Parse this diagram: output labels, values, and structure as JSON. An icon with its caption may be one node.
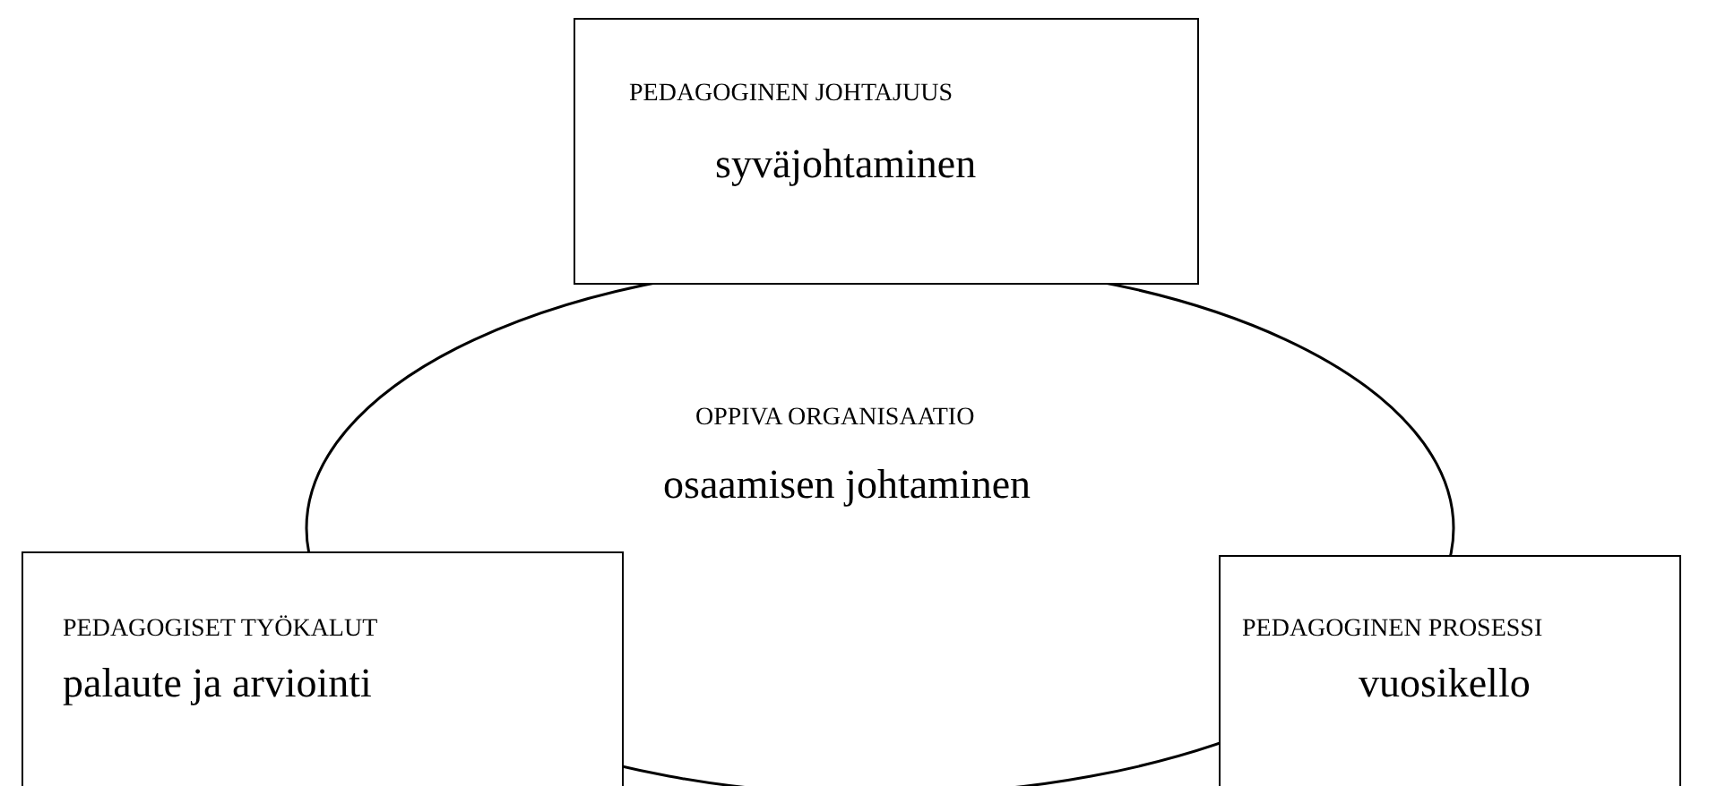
{
  "diagram": {
    "nodes": [
      {
        "text": [
          "PEDAGOGINEN JOHTAJUUS",
          "syväjohtaminen"
        ]
      },
      {
        "text": [
          "OPPIVA ORGANISAATIO",
          "osaamisen johtaminen"
        ]
      },
      {
        "text": [
          "PEDAGOGISET TYÖKALUT",
          "palaute ja arviointi"
        ]
      },
      {
        "text": [
          "PEDAGOGINEN PROSESSI",
          "vuosikello"
        ]
      }
    ]
  }
}
